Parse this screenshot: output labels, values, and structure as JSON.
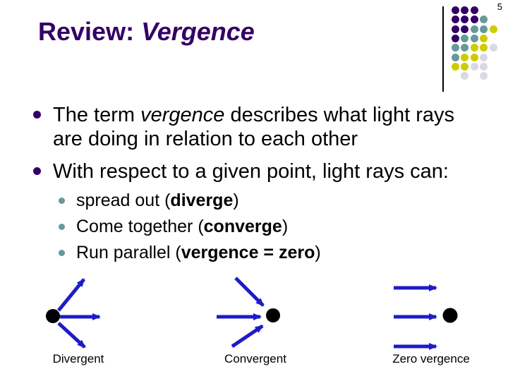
{
  "page_number": "5",
  "title": {
    "prefix": "Review: ",
    "emphasis": "Vergence"
  },
  "bullets": {
    "main1": {
      "pre": "The term ",
      "italic": "vergence",
      "post": " describes what light rays are doing in relation to each other"
    },
    "main2": {
      "text": "With respect to a given point, light rays can:"
    },
    "sub1": {
      "pre": "spread out (",
      "bold": "diverge",
      "post": ")"
    },
    "sub2": {
      "pre": "Come together (",
      "bold": "converge",
      "post": ")"
    },
    "sub3": {
      "pre": "Run parallel (",
      "bold": "vergence = zero",
      "post": ")"
    }
  },
  "diagrams": {
    "divergent": {
      "label": "Divergent"
    },
    "convergent": {
      "label": "Convergent"
    },
    "zero": {
      "label": "Zero vergence"
    }
  },
  "colors": {
    "title": "#330066",
    "main_bullet": "#330066",
    "sub_bullet": "#669999",
    "arrow_blue": "#1C1CC8",
    "point_black": "#000000",
    "deco_purple": "#330066",
    "deco_teal": "#669999",
    "deco_yellow": "#CCCC00",
    "deco_gray": "#D9D9E6"
  },
  "decoration": {
    "pattern": [
      "PPP",
      "PPPT",
      "PPTTY",
      "PTTY",
      "TTYYG",
      "TYYG",
      "YYGG",
      ".G.G"
    ]
  }
}
